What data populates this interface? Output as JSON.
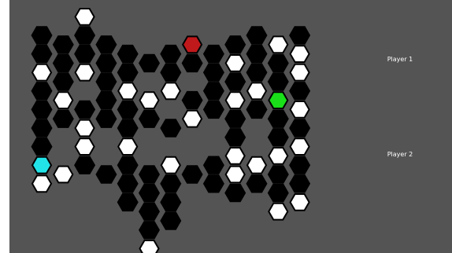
{
  "players": {
    "player1": {
      "label": "Player 1",
      "color": "#c0191c"
    },
    "player2": {
      "label": "Player 2",
      "color": "#22e4e8"
    }
  },
  "board": {
    "colors": {
      "background": "#545454",
      "path": "#000000",
      "stone": "#ffffff",
      "goal": "#19e019",
      "player1": "#c0191c",
      "player2": "#22e4e8"
    },
    "cells": [
      {
        "q": 0,
        "r": 0,
        "s": "p"
      },
      {
        "q": 1,
        "r": 0,
        "s": "p"
      },
      {
        "q": 2,
        "r": 0,
        "s": "p"
      },
      {
        "q": 3,
        "r": 0,
        "s": "p"
      },
      {
        "q": 0,
        "r": 1,
        "s": "p"
      },
      {
        "q": 0,
        "r": 2,
        "s": "p"
      },
      {
        "q": 1,
        "r": 1,
        "s": "p"
      },
      {
        "q": 1,
        "r": 2,
        "s": "p"
      },
      {
        "q": 2,
        "r": 1,
        "s": "p"
      },
      {
        "q": 2,
        "r": 2,
        "s": "p"
      },
      {
        "q": 3,
        "r": 1,
        "s": "p"
      },
      {
        "q": 3,
        "r": 2,
        "s": "p"
      },
      {
        "q": 4,
        "r": 1,
        "s": "p"
      },
      {
        "q": 4,
        "r": 2,
        "s": "p"
      },
      {
        "q": 5,
        "r": 1,
        "s": "p"
      },
      {
        "q": 6,
        "r": 1,
        "s": "p"
      },
      {
        "q": 6,
        "r": 2,
        "s": "p"
      },
      {
        "q": 7,
        "r": 0,
        "s": "p"
      },
      {
        "q": 7,
        "r": 1,
        "s": "p"
      },
      {
        "q": 8,
        "r": 1,
        "s": "p"
      },
      {
        "q": 8,
        "r": 2,
        "s": "p"
      },
      {
        "q": 9,
        "r": 0,
        "s": "p"
      },
      {
        "q": 9,
        "r": 1,
        "s": "p"
      },
      {
        "q": 9,
        "r": 2,
        "s": "p"
      },
      {
        "q": 10,
        "r": 0,
        "s": "p"
      },
      {
        "q": 10,
        "r": 1,
        "s": "p"
      },
      {
        "q": 10,
        "r": 2,
        "s": "p"
      },
      {
        "q": 11,
        "r": 0,
        "s": "p"
      },
      {
        "q": 11,
        "r": 1,
        "s": "p"
      },
      {
        "q": 11,
        "r": 2,
        "s": "p"
      },
      {
        "q": 12,
        "r": 0,
        "s": "p"
      },
      {
        "q": 12,
        "r": 1,
        "s": "p"
      },
      {
        "q": 12,
        "r": 2,
        "s": "p"
      },
      {
        "q": 0,
        "r": 3,
        "s": "p"
      },
      {
        "q": 1,
        "r": 3,
        "s": "p"
      },
      {
        "q": 3,
        "r": 3,
        "s": "p"
      },
      {
        "q": 4,
        "r": 3,
        "s": "p"
      },
      {
        "q": 5,
        "r": 3,
        "s": "p"
      },
      {
        "q": 6,
        "r": 3,
        "s": "p"
      },
      {
        "q": 7,
        "r": 3,
        "s": "p"
      },
      {
        "q": 8,
        "r": 3,
        "s": "p"
      },
      {
        "q": 9,
        "r": 3,
        "s": "p"
      },
      {
        "q": 10,
        "r": 3,
        "s": "p"
      },
      {
        "q": 12,
        "r": 3,
        "s": "p"
      },
      {
        "q": 0,
        "r": 4,
        "s": "p"
      },
      {
        "q": 1,
        "r": 4,
        "s": "p"
      },
      {
        "q": 2,
        "r": 4,
        "s": "p"
      },
      {
        "q": 3,
        "r": 4,
        "s": "p"
      },
      {
        "q": 4,
        "r": 4,
        "s": "p"
      },
      {
        "q": 5,
        "r": 4,
        "s": "p"
      },
      {
        "q": 7,
        "r": 4,
        "s": "p"
      },
      {
        "q": 8,
        "r": 4,
        "s": "p"
      },
      {
        "q": 9,
        "r": 4,
        "s": "p"
      },
      {
        "q": 10,
        "r": 4,
        "s": "p"
      },
      {
        "q": 11,
        "r": 4,
        "s": "p"
      },
      {
        "q": 12,
        "r": 4,
        "s": "p"
      },
      {
        "q": 0,
        "r": 5,
        "s": "p"
      },
      {
        "q": 0,
        "r": 6,
        "s": "p"
      },
      {
        "q": 2,
        "r": 5,
        "s": "p"
      },
      {
        "q": 4,
        "r": 5,
        "s": "p"
      },
      {
        "q": 6,
        "r": 5,
        "s": "p"
      },
      {
        "q": 9,
        "r": 5,
        "s": "p"
      },
      {
        "q": 12,
        "r": 5,
        "s": "p"
      },
      {
        "q": 11,
        "r": 5,
        "s": "p"
      },
      {
        "q": 0,
        "r": 7,
        "s": "p"
      },
      {
        "q": 1,
        "r": 7,
        "s": "p"
      },
      {
        "q": 2,
        "r": 7,
        "s": "p"
      },
      {
        "q": 3,
        "r": 7,
        "s": "p"
      },
      {
        "q": 4,
        "r": 7,
        "s": "p"
      },
      {
        "q": 5,
        "r": 7,
        "s": "p"
      },
      {
        "q": 6,
        "r": 7,
        "s": "p"
      },
      {
        "q": 7,
        "r": 7,
        "s": "p"
      },
      {
        "q": 8,
        "r": 7,
        "s": "p"
      },
      {
        "q": 9,
        "r": 7,
        "s": "p"
      },
      {
        "q": 10,
        "r": 7,
        "s": "p"
      },
      {
        "q": 11,
        "r": 7,
        "s": "p"
      },
      {
        "q": 12,
        "r": 7,
        "s": "p"
      },
      {
        "q": 2,
        "r": 6,
        "s": "p"
      },
      {
        "q": 4,
        "r": 6,
        "s": "p"
      },
      {
        "q": 9,
        "r": 6,
        "s": "p"
      },
      {
        "q": 12,
        "r": 6,
        "s": "p"
      },
      {
        "q": 4,
        "r": 8,
        "s": "p"
      },
      {
        "q": 5,
        "r": 8,
        "s": "p"
      },
      {
        "q": 6,
        "r": 8,
        "s": "p"
      },
      {
        "q": 8,
        "r": 8,
        "s": "p"
      },
      {
        "q": 9,
        "r": 8,
        "s": "p"
      },
      {
        "q": 10,
        "r": 8,
        "s": "p"
      },
      {
        "q": 11,
        "r": 8,
        "s": "p"
      },
      {
        "q": 12,
        "r": 8,
        "s": "p"
      },
      {
        "q": 4,
        "r": 9,
        "s": "p"
      },
      {
        "q": 5,
        "r": 9,
        "s": "p"
      },
      {
        "q": 6,
        "r": 9,
        "s": "p"
      },
      {
        "q": 5,
        "r": 10,
        "s": "p"
      },
      {
        "q": 6,
        "r": 10,
        "s": "p"
      },
      {
        "q": 2,
        "r": -1,
        "s": "w"
      },
      {
        "q": 0,
        "r": 2,
        "s": "w"
      },
      {
        "q": 2,
        "r": 2,
        "s": "w"
      },
      {
        "q": 4,
        "r": 3,
        "s": "w"
      },
      {
        "q": 5,
        "r": 3,
        "s": "w"
      },
      {
        "q": 6,
        "r": 3,
        "s": "w"
      },
      {
        "q": 7,
        "r": 4,
        "s": "w"
      },
      {
        "q": 9,
        "r": 1,
        "s": "w"
      },
      {
        "q": 9,
        "r": 3,
        "s": "w"
      },
      {
        "q": 10,
        "r": 3,
        "s": "w"
      },
      {
        "q": 11,
        "r": 0,
        "s": "w"
      },
      {
        "q": 12,
        "r": 1,
        "s": "w"
      },
      {
        "q": 12,
        "r": 2,
        "s": "w"
      },
      {
        "q": 12,
        "r": 4,
        "s": "w"
      },
      {
        "q": 1,
        "r": 3,
        "s": "w"
      },
      {
        "q": 2,
        "r": 5,
        "s": "w"
      },
      {
        "q": 2,
        "r": 6,
        "s": "w"
      },
      {
        "q": 4,
        "r": 6,
        "s": "w"
      },
      {
        "q": 11,
        "r": 6,
        "s": "w"
      },
      {
        "q": 12,
        "r": 6,
        "s": "w"
      },
      {
        "q": 0,
        "r": 8,
        "s": "w"
      },
      {
        "q": 1,
        "r": 7,
        "s": "w"
      },
      {
        "q": 6,
        "r": 7,
        "s": "w"
      },
      {
        "q": 9,
        "r": 6,
        "s": "w"
      },
      {
        "q": 9,
        "r": 7,
        "s": "w"
      },
      {
        "q": 10,
        "r": 7,
        "s": "w"
      },
      {
        "q": 11,
        "r": 9,
        "s": "w"
      },
      {
        "q": 12,
        "r": 9,
        "s": "w"
      },
      {
        "q": 5,
        "r": 11,
        "s": "w"
      },
      {
        "q": 7,
        "r": 0,
        "s": "r"
      },
      {
        "q": 11,
        "r": 3,
        "s": "g"
      },
      {
        "q": 0,
        "r": 7,
        "s": "c"
      }
    ]
  }
}
